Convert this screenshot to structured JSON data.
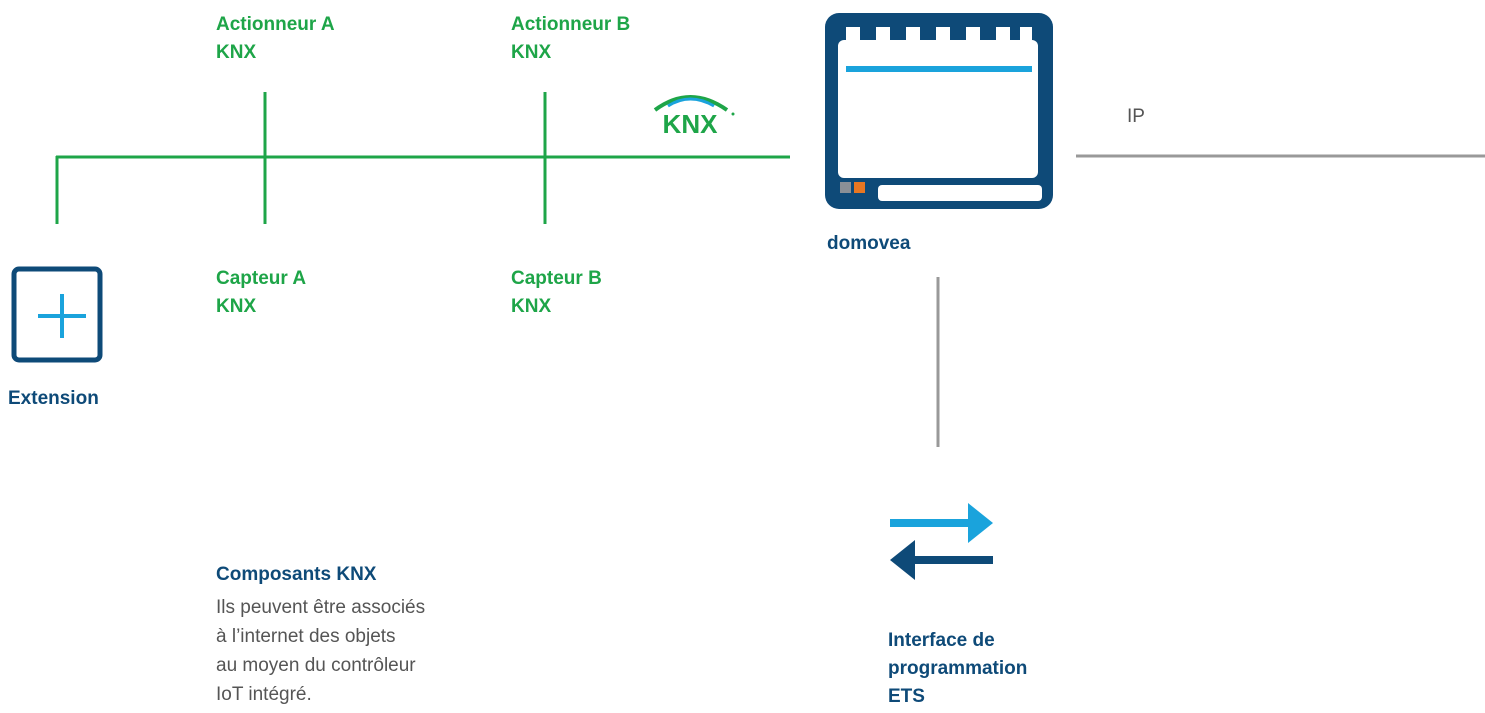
{
  "actuators": [
    {
      "name": "Actionneur A",
      "protocol": "KNX"
    },
    {
      "name": "Actionneur B",
      "protocol": "KNX"
    }
  ],
  "sensors": [
    {
      "name": "Capteur A",
      "protocol": "KNX"
    },
    {
      "name": "Capteur B",
      "protocol": "KNX"
    }
  ],
  "knx_logo": {
    "text": "KNX",
    "icon": "knx-logo"
  },
  "controller": {
    "label": "domovea",
    "icon": "domovea-controller-icon"
  },
  "ip_label": "IP",
  "extension": {
    "label": "Extension",
    "icon": "plus-icon"
  },
  "components": {
    "title": "Composants KNX",
    "lines": [
      "Ils peuvent être associés",
      "à l’internet des objets",
      "au moyen du contrôleur",
      "IoT intégré."
    ]
  },
  "ets": {
    "lines": [
      "Interface de",
      "programmation",
      "ETS"
    ],
    "icon": "exchange-arrows-icon"
  },
  "colors": {
    "bus": "#1ea548",
    "navy": "#0e4a78",
    "cyan": "#1aa3dc",
    "orange": "#e87722",
    "gray_line": "#999999"
  }
}
